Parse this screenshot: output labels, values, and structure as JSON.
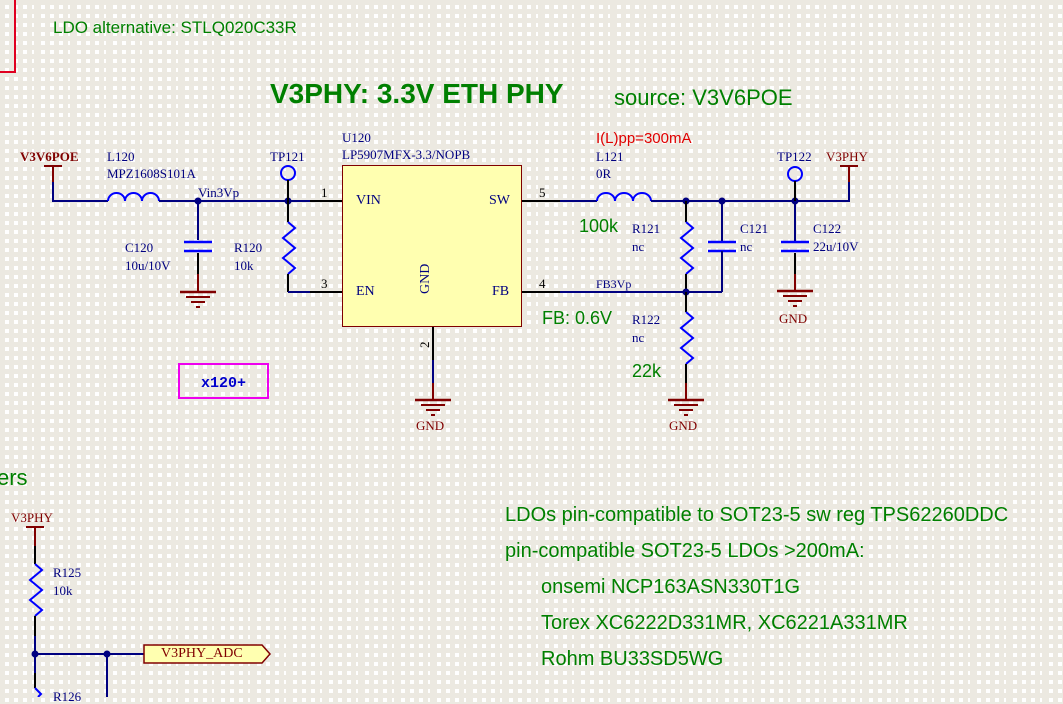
{
  "notes": {
    "ldo_alternative": "LDO alternative: STLQ020C33R",
    "title": "V3PHY: 3.3V ETH PHY",
    "source": "source: V3V6POE",
    "inductor_current": "I(L)pp=300mA",
    "r121_value_note": "100k",
    "fb_voltage": "FB: 0.6V",
    "r122_value_note": "22k",
    "section_fragment": "ers",
    "compat_lines": [
      "LDOs pin-compatible to SOT23-5 sw reg TPS62260DDC",
      "pin-compatible SOT23-5 LDOs >200mA:",
      "onsemi NCP163ASN330T1G",
      "Torex XC6222D331MR, XC6221A331MR",
      "Rohm BU33SD5WG"
    ]
  },
  "nets": {
    "input_power": "V3V6POE",
    "vin_net": "Vin3Vp",
    "fb_net": "FB3Vp",
    "output_power": "V3PHY",
    "output_power_2": "V3PHY",
    "gnd_1": "GND",
    "gnd_2": "GND",
    "gnd_3": "GND",
    "adc_port": "V3PHY_ADC"
  },
  "components": {
    "L120": {
      "ref": "L120",
      "value": "MPZ1608S101A"
    },
    "C120": {
      "ref": "C120",
      "value": "10u/10V"
    },
    "R120": {
      "ref": "R120",
      "value": "10k"
    },
    "TP121": {
      "ref": "TP121"
    },
    "U120": {
      "ref": "U120",
      "value": "LP5907MFX-3.3/NOPB",
      "pins": {
        "vin": {
          "name": "VIN",
          "num": "1"
        },
        "en": {
          "name": "EN",
          "num": "3"
        },
        "gnd": {
          "name": "GND",
          "num": "2"
        },
        "sw": {
          "name": "SW",
          "num": "5"
        },
        "fb": {
          "name": "FB",
          "num": "4"
        }
      }
    },
    "L121": {
      "ref": "L121",
      "value": "0R"
    },
    "R121": {
      "ref": "R121",
      "value": "nc"
    },
    "C121": {
      "ref": "C121",
      "value": "nc"
    },
    "C122": {
      "ref": "C122",
      "value": "22u/10V"
    },
    "TP122": {
      "ref": "TP122"
    },
    "R122": {
      "ref": "R122",
      "value": "nc"
    },
    "R125": {
      "ref": "R125",
      "value": "10k"
    },
    "R126": {
      "ref": "R126"
    }
  },
  "directive": {
    "label": "x120+"
  },
  "colors": {
    "wire": "#000080",
    "power_port": "#800000",
    "note_green": "#008000",
    "note_red": "#e00000",
    "component_blue": "#0000ff",
    "ic_fill": "#ffffb0",
    "directive_border": "#ee00ee",
    "sheet_border_red": "#e00020"
  }
}
